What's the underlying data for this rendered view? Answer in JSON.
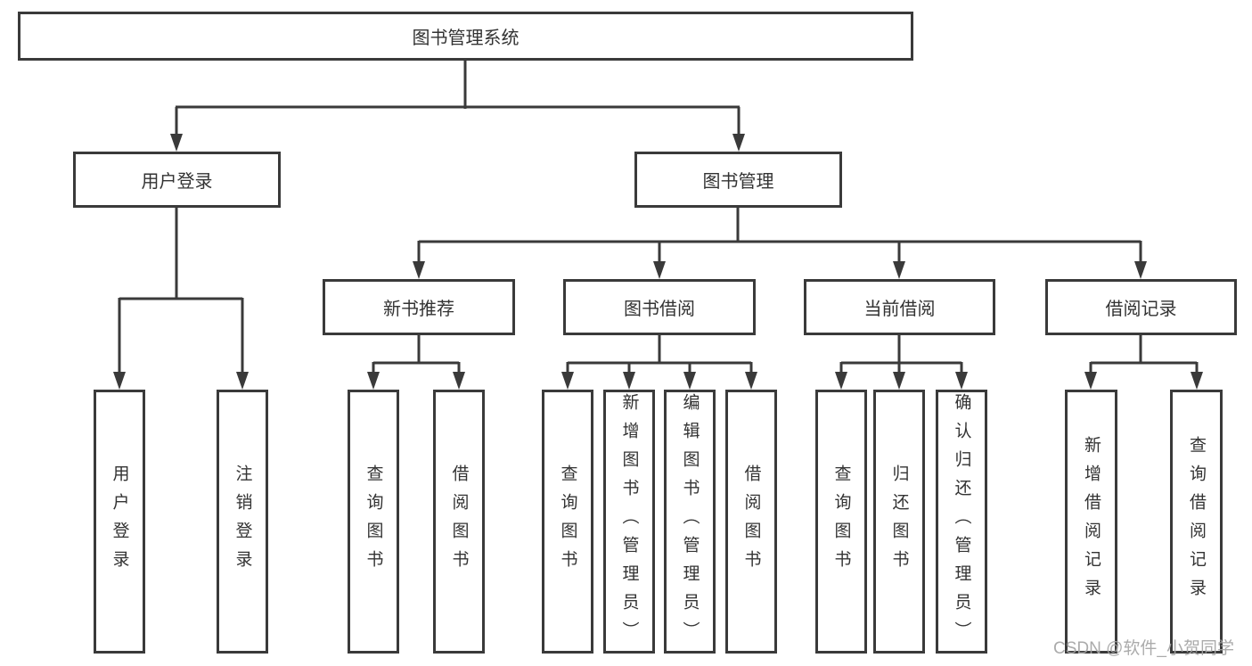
{
  "diagram": {
    "root": {
      "label": "图书管理系统"
    },
    "branches": [
      {
        "label": "用户登录",
        "children": [
          {
            "label": "用户登录"
          },
          {
            "label": "注销登录"
          }
        ]
      },
      {
        "label": "图书管理",
        "children": [
          {
            "label": "新书推荐",
            "children": [
              {
                "label": "查询图书"
              },
              {
                "label": "借阅图书"
              }
            ]
          },
          {
            "label": "图书借阅",
            "children": [
              {
                "label": "查询图书"
              },
              {
                "label": "新增图书（管理员）"
              },
              {
                "label": "编辑图书（管理员）"
              },
              {
                "label": "借阅图书"
              }
            ]
          },
          {
            "label": "当前借阅",
            "children": [
              {
                "label": "查询图书"
              },
              {
                "label": "归还图书"
              },
              {
                "label": "确认归还（管理员）"
              }
            ]
          },
          {
            "label": "借阅记录",
            "children": [
              {
                "label": "新增借阅记录"
              },
              {
                "label": "查询借阅记录"
              }
            ]
          }
        ]
      }
    ],
    "watermark": "CSDN @软件_小贺同学",
    "colors": {
      "line": "#3a3a3a",
      "text": "#333333",
      "watermark": "#a4a4a4",
      "background": "#ffffff"
    }
  }
}
